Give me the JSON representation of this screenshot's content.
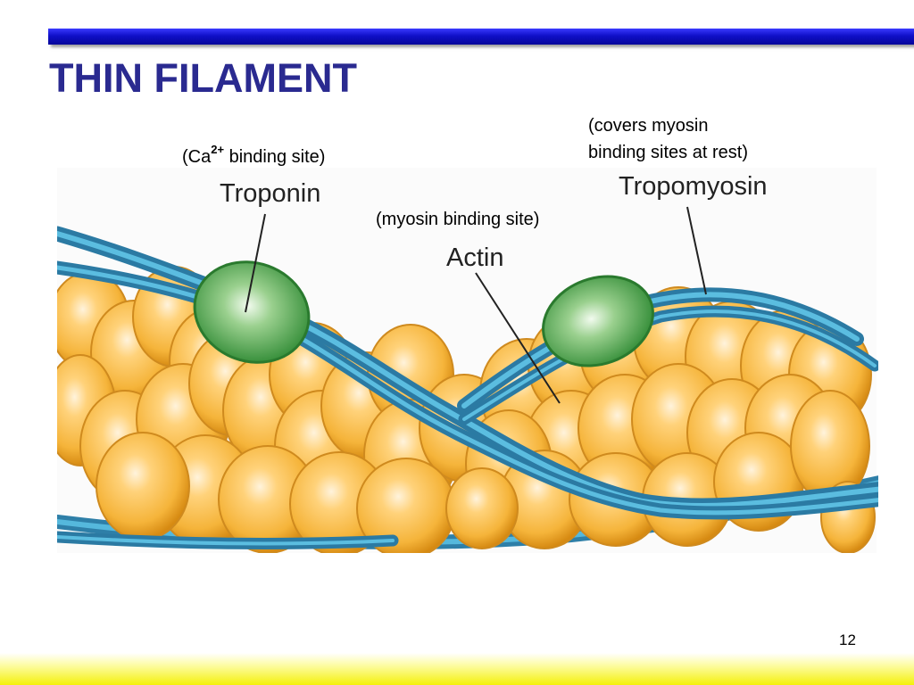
{
  "slide": {
    "title": "THIN FILAMENT",
    "page_number": "12"
  },
  "diagram": {
    "labels": {
      "troponin": "Troponin",
      "tropomyosin": "Tropomyosin",
      "actin": "Actin"
    },
    "notes": {
      "troponin_prefix": "(Ca",
      "troponin_superscript": "2+",
      "troponin_suffix": " binding site)",
      "actin_note": "(myosin binding site)",
      "tropomyosin_line1": "(covers myosin",
      "tropomyosin_line2": "binding sites at rest)"
    }
  },
  "colors": {
    "title": "#2a2a90",
    "top_bar": "#1010c8",
    "actin_bead": "#f5b43a",
    "tropomyosin_strand": "#3aa0c8",
    "troponin": "#4ea84a",
    "bottom_bar": "#f4f00a"
  }
}
